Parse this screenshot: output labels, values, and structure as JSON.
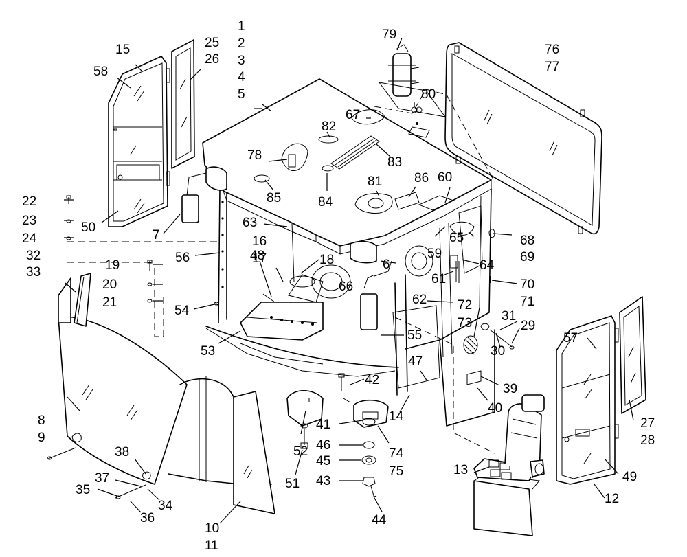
{
  "callouts": [
    {
      "id": "c1",
      "text": "1"
    },
    {
      "id": "c2",
      "text": "2"
    },
    {
      "id": "c3",
      "text": "3"
    },
    {
      "id": "c4",
      "text": "4"
    },
    {
      "id": "c5",
      "text": "5"
    },
    {
      "id": "c6",
      "text": "6"
    },
    {
      "id": "c7",
      "text": "7"
    },
    {
      "id": "c8",
      "text": "8"
    },
    {
      "id": "c9",
      "text": "9"
    },
    {
      "id": "c10",
      "text": "10"
    },
    {
      "id": "c11",
      "text": "11"
    },
    {
      "id": "c12",
      "text": "12"
    },
    {
      "id": "c13",
      "text": "13"
    },
    {
      "id": "c14",
      "text": "14"
    },
    {
      "id": "c15",
      "text": "15"
    },
    {
      "id": "c16",
      "text": "16"
    },
    {
      "id": "c17",
      "text": "17"
    },
    {
      "id": "c18",
      "text": "18"
    },
    {
      "id": "c19",
      "text": "19"
    },
    {
      "id": "c20",
      "text": "20"
    },
    {
      "id": "c21",
      "text": "21"
    },
    {
      "id": "c22",
      "text": "22"
    },
    {
      "id": "c23",
      "text": "23"
    },
    {
      "id": "c24",
      "text": "24"
    },
    {
      "id": "c25",
      "text": "25"
    },
    {
      "id": "c26",
      "text": "26"
    },
    {
      "id": "c27",
      "text": "27"
    },
    {
      "id": "c28",
      "text": "28"
    },
    {
      "id": "c29",
      "text": "29"
    },
    {
      "id": "c30",
      "text": "30"
    },
    {
      "id": "c31",
      "text": "31"
    },
    {
      "id": "c32",
      "text": "32"
    },
    {
      "id": "c33",
      "text": "33"
    },
    {
      "id": "c34",
      "text": "34"
    },
    {
      "id": "c35",
      "text": "35"
    },
    {
      "id": "c36",
      "text": "36"
    },
    {
      "id": "c37",
      "text": "37"
    },
    {
      "id": "c38",
      "text": "38"
    },
    {
      "id": "c39",
      "text": "39"
    },
    {
      "id": "c40",
      "text": "40"
    },
    {
      "id": "c41",
      "text": "41"
    },
    {
      "id": "c42",
      "text": "42"
    },
    {
      "id": "c43",
      "text": "43"
    },
    {
      "id": "c44",
      "text": "44"
    },
    {
      "id": "c45",
      "text": "45"
    },
    {
      "id": "c46",
      "text": "46"
    },
    {
      "id": "c47",
      "text": "47"
    },
    {
      "id": "c48",
      "text": "48"
    },
    {
      "id": "c49",
      "text": "49"
    },
    {
      "id": "c50",
      "text": "50"
    },
    {
      "id": "c51",
      "text": "51"
    },
    {
      "id": "c52",
      "text": "52"
    },
    {
      "id": "c53",
      "text": "53"
    },
    {
      "id": "c54",
      "text": "54"
    },
    {
      "id": "c55",
      "text": "55"
    },
    {
      "id": "c56",
      "text": "56"
    },
    {
      "id": "c57",
      "text": "57"
    },
    {
      "id": "c58",
      "text": "58"
    },
    {
      "id": "c59",
      "text": "59"
    },
    {
      "id": "c60",
      "text": "60"
    },
    {
      "id": "c61",
      "text": "61"
    },
    {
      "id": "c62",
      "text": "62"
    },
    {
      "id": "c63",
      "text": "63"
    },
    {
      "id": "c64",
      "text": "64"
    },
    {
      "id": "c65",
      "text": "65"
    },
    {
      "id": "c66",
      "text": "66"
    },
    {
      "id": "c67",
      "text": "67"
    },
    {
      "id": "c68",
      "text": "68"
    },
    {
      "id": "c69",
      "text": "69"
    },
    {
      "id": "c70",
      "text": "70"
    },
    {
      "id": "c71",
      "text": "71"
    },
    {
      "id": "c72",
      "text": "72"
    },
    {
      "id": "c73",
      "text": "73"
    },
    {
      "id": "c74",
      "text": "74"
    },
    {
      "id": "c75",
      "text": "75"
    },
    {
      "id": "c76",
      "text": "76"
    },
    {
      "id": "c77",
      "text": "77"
    },
    {
      "id": "c78",
      "text": "78"
    },
    {
      "id": "c79",
      "text": "79"
    },
    {
      "id": "c80",
      "text": "80"
    },
    {
      "id": "c81",
      "text": "81"
    },
    {
      "id": "c82",
      "text": "82"
    },
    {
      "id": "c83",
      "text": "83"
    },
    {
      "id": "c84",
      "text": "84"
    },
    {
      "id": "c85",
      "text": "85"
    },
    {
      "id": "c86",
      "text": "86"
    }
  ]
}
